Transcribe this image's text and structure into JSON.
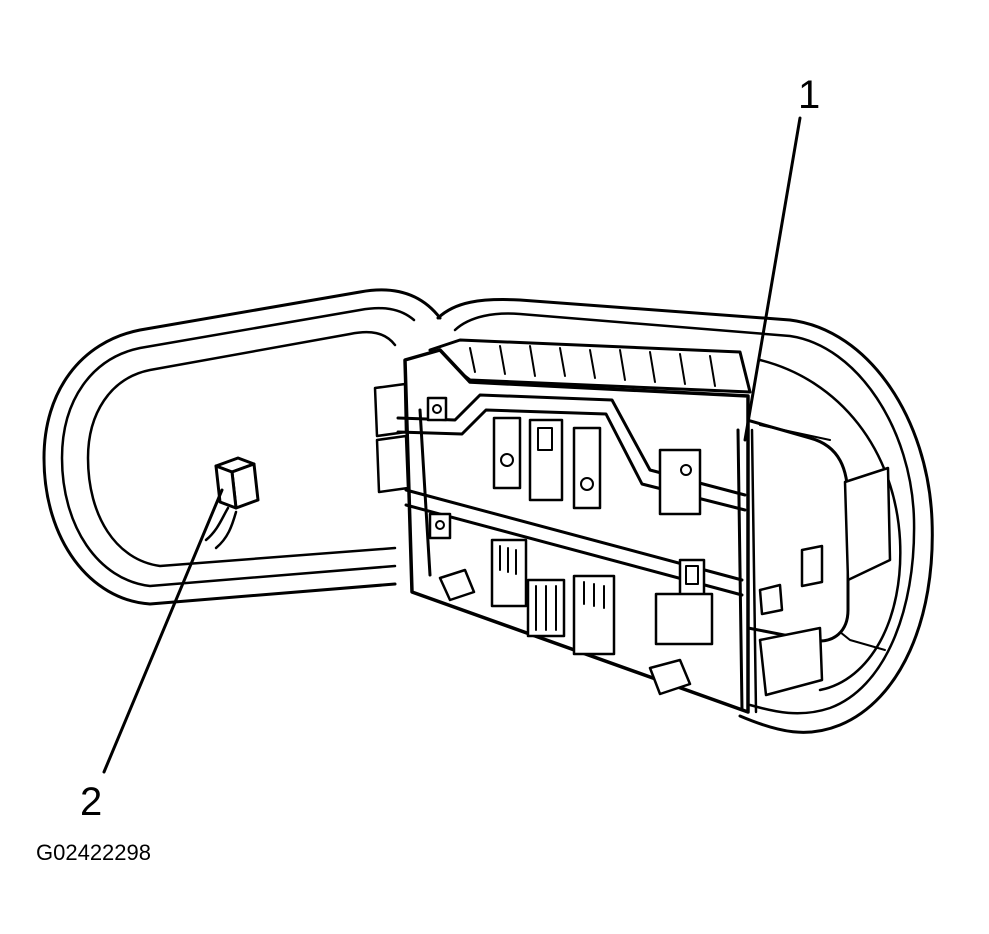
{
  "callouts": [
    {
      "id": "1",
      "label": "1"
    },
    {
      "id": "2",
      "label": "2"
    }
  ],
  "figure_id": "G02422298",
  "colors": {
    "line": "#000000",
    "background": "#ffffff"
  }
}
